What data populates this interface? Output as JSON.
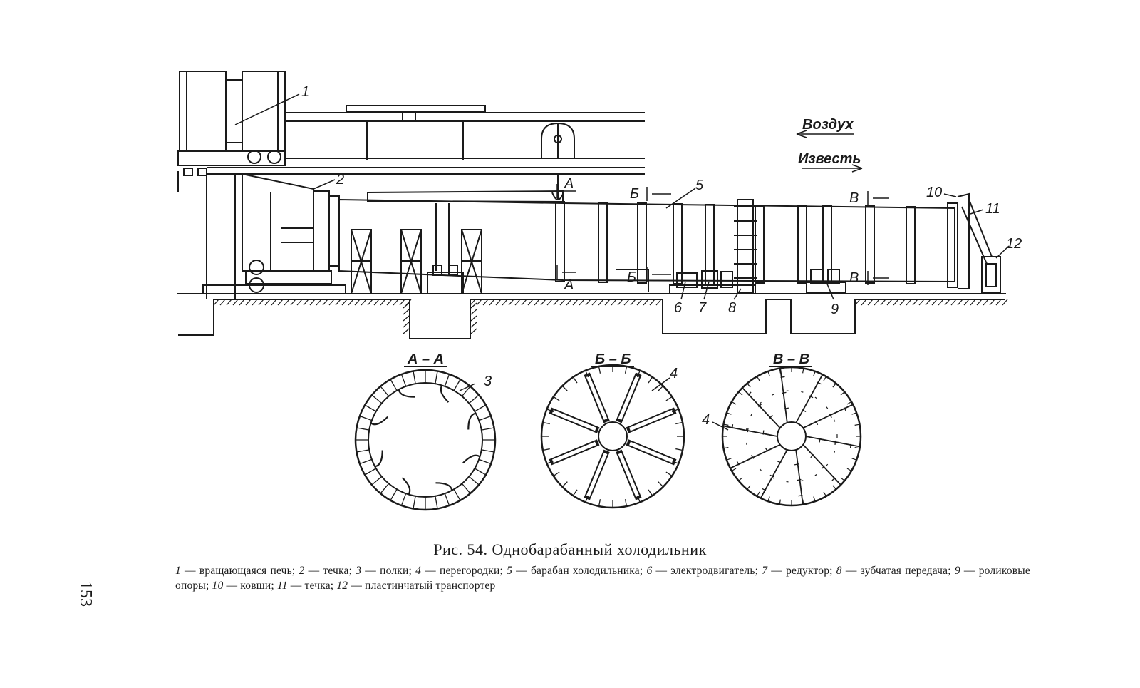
{
  "labels": {
    "l1": "1",
    "l2": "2",
    "l3": "3",
    "l4a": "4",
    "l4b": "4",
    "l5": "5",
    "l6": "6",
    "l7": "7",
    "l8": "8",
    "l9": "9",
    "l10": "10",
    "l11": "11",
    "l12": "12",
    "secA_top": "А",
    "secA_bot": "А",
    "secB_top": "Б",
    "secB_bot": "Б",
    "secV_top": "В",
    "secV_bot": "В",
    "air": "Воздух",
    "lime": "Известь",
    "sec_aa": "А – А",
    "sec_bb": "Б – Б",
    "sec_vv": "В – В"
  },
  "caption": "Рис. 54. Однобарабанный холодильник",
  "legend": {
    "items": [
      {
        "num": "1",
        "text": " — вращающаяся печь; "
      },
      {
        "num": "2",
        "text": " — течка; "
      },
      {
        "num": "3",
        "text": " — полки; "
      },
      {
        "num": "4",
        "text": " — перегородки; "
      },
      {
        "num": "5",
        "text": " — барабан холодильника; "
      },
      {
        "num": "6",
        "text": " — электродвигатель; "
      },
      {
        "num": "7",
        "text": " — редуктор; "
      },
      {
        "num": "8",
        "text": " — зубчатая передача; "
      },
      {
        "num": "9",
        "text": " — роликовые опоры; "
      },
      {
        "num": "10",
        "text": " — ковши; "
      },
      {
        "num": "11",
        "text": " — течка; "
      },
      {
        "num": "12",
        "text": " — пластинчатый транспортер"
      }
    ]
  },
  "page_number": "153"
}
